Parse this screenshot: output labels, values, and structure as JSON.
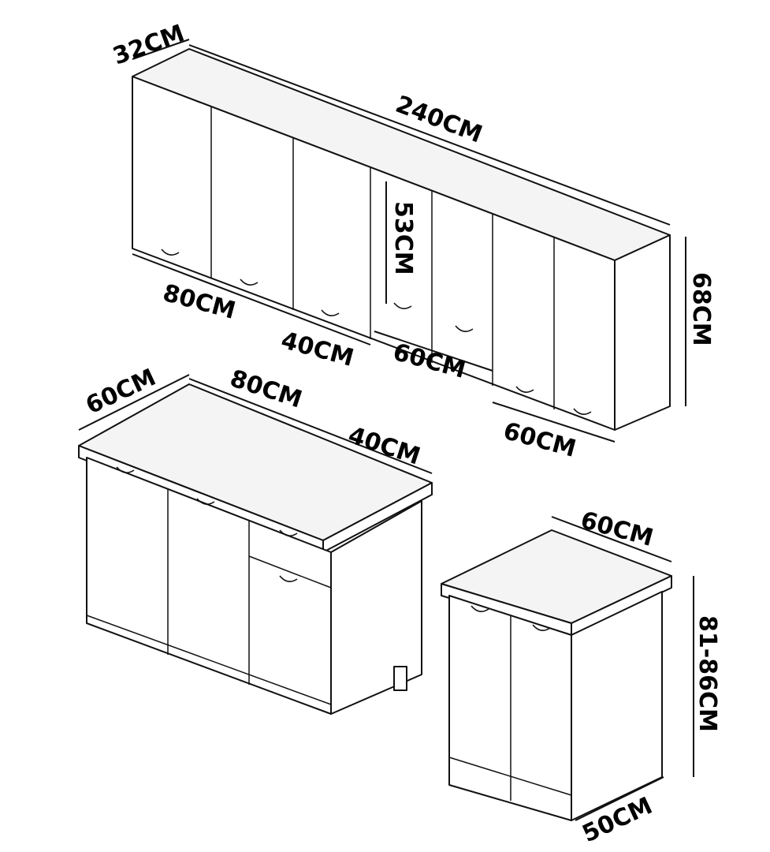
{
  "title": "Kitchen cabinet set dimensions",
  "upper_units": {
    "depth": "32CM",
    "total_width": "240CM",
    "inner_height": "53CM",
    "height": "68CM",
    "width_a": "80CM",
    "width_b": "40CM",
    "width_c": "60CM",
    "width_d": "60CM"
  },
  "lower_left_unit": {
    "depth": "60CM",
    "width_a": "80CM",
    "width_b": "40CM"
  },
  "lower_right_unit": {
    "width": "60CM",
    "height": "81-86CM",
    "depth": "50CM"
  },
  "colors": {
    "line": "#111111",
    "background": "#ffffff"
  }
}
